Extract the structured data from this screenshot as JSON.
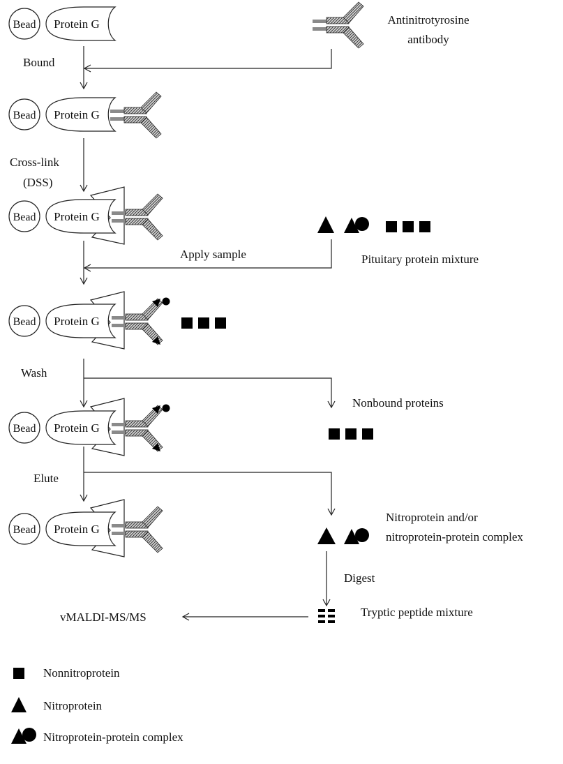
{
  "steps": {
    "bound": "Bound",
    "crosslink_1": "Cross-link",
    "crosslink_2": "(DSS)",
    "apply_sample": "Apply sample",
    "wash": "Wash",
    "elute": "Elute",
    "digest": "Digest"
  },
  "components": {
    "bead": "Bead",
    "protein_g": "Protein G"
  },
  "inputs": {
    "antibody_1": "Antinitrotyrosine",
    "antibody_2": "antibody",
    "pituitary": "Pituitary protein mixture"
  },
  "outputs": {
    "nonbound": "Nonbound proteins",
    "nitro_1": "Nitroprotein and/or",
    "nitro_2": "nitroprotein-protein complex",
    "tryptic": "Tryptic peptide mixture",
    "ms": "vMALDI-MS/MS"
  },
  "legend": [
    {
      "symbol": "square-icon",
      "label": "Nonnitroprotein"
    },
    {
      "symbol": "triangle-icon",
      "label": "Nitroprotein"
    },
    {
      "symbol": "triangle-circle-icon",
      "label": "Nitroprotein-protein complex"
    }
  ],
  "colors": {
    "ink": "#111111",
    "antibody_stem": "#8a8a8a"
  }
}
